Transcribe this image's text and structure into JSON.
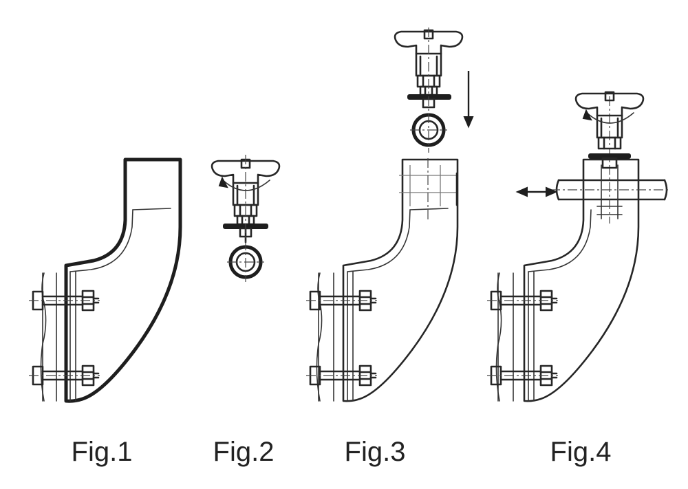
{
  "figures": [
    {
      "label": "Fig.1"
    },
    {
      "label": "Fig.2"
    },
    {
      "label": "Fig.3"
    },
    {
      "label": "Fig.4"
    }
  ],
  "icons": {
    "rotation": "rotate-arrow-icon",
    "insert": "down-arrow-icon",
    "shift": "double-arrow-icon"
  },
  "colors": {
    "line": "#1e1e1e",
    "background": "#ffffff"
  }
}
